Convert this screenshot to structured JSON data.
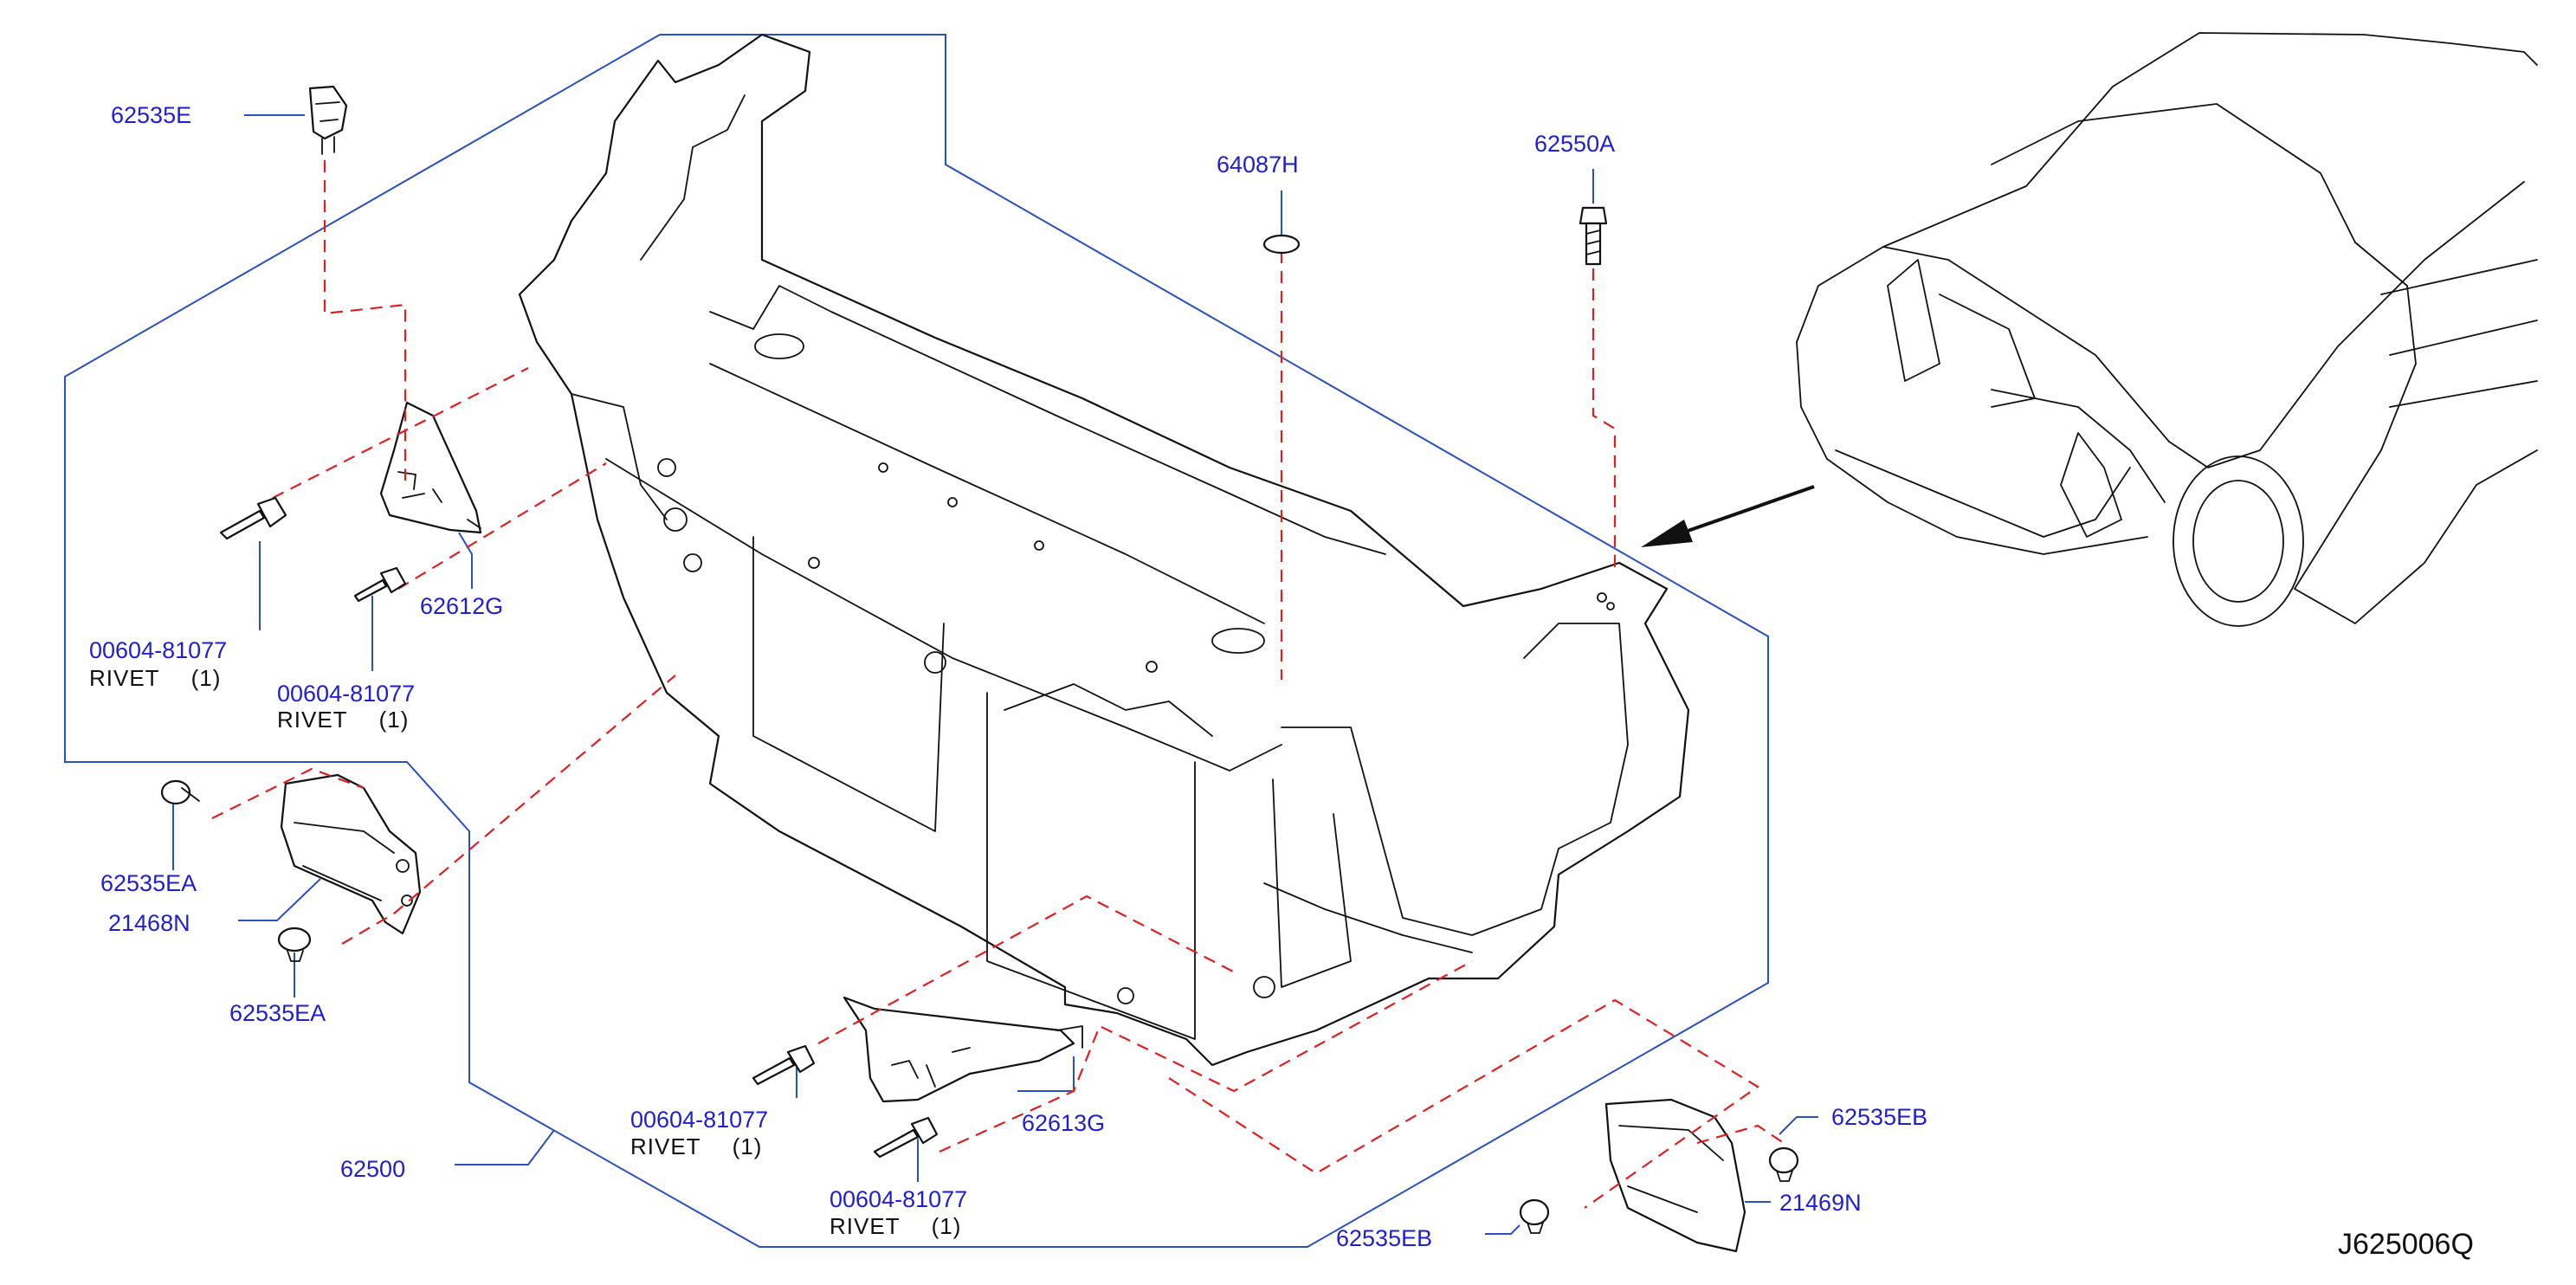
{
  "colors": {
    "callout_text": "#1f1fd0",
    "leader_line": "#2a4fc0",
    "assembly_dash": "#e02020",
    "linework": "#111111",
    "background": "#ffffff"
  },
  "callouts": {
    "p62535E": "62535E",
    "p64087H": "64087H",
    "p62550A": "62550A",
    "p00604_1": "00604-81077",
    "rivet_1": "RIVET",
    "qty_1": "(1)",
    "p62612G": "62612G",
    "p00604_2": "00604-81077",
    "rivet_2": "RIVET",
    "qty_2": "(1)",
    "p62535EA_1": "62535EA",
    "p21468N": "21468N",
    "p62535EA_2": "62535EA",
    "p00604_3": "00604-81077",
    "rivet_3": "RIVET",
    "qty_3": "(1)",
    "p62613G": "62613G",
    "p00604_4": "00604-81077",
    "rivet_4": "RIVET",
    "qty_4": "(1)",
    "p62500": "62500",
    "p62535EB_1": "62535EB",
    "p21469N": "21469N",
    "p62535EB_2": "62535EB"
  },
  "diagram_code": "J625006Q",
  "icons": {
    "clip": "clip-icon",
    "rivet": "rivet-icon",
    "bolt": "bolt-icon",
    "grommet": "grommet-icon"
  }
}
